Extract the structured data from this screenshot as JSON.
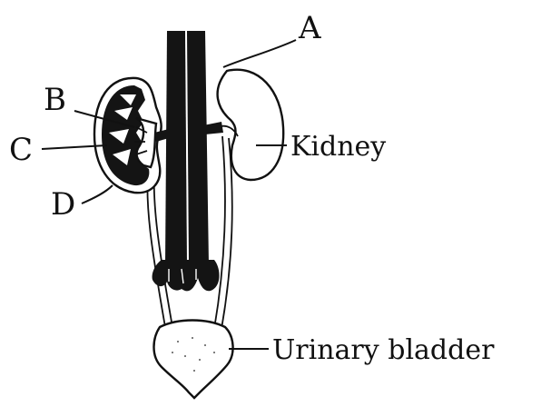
{
  "labels": {
    "a": "A",
    "b": "B",
    "c": "C",
    "d": "D",
    "kidney": "Kidney",
    "bladder": "Urinary bladder"
  },
  "colors": {
    "ink": "#111111",
    "paper": "#ffffff"
  }
}
